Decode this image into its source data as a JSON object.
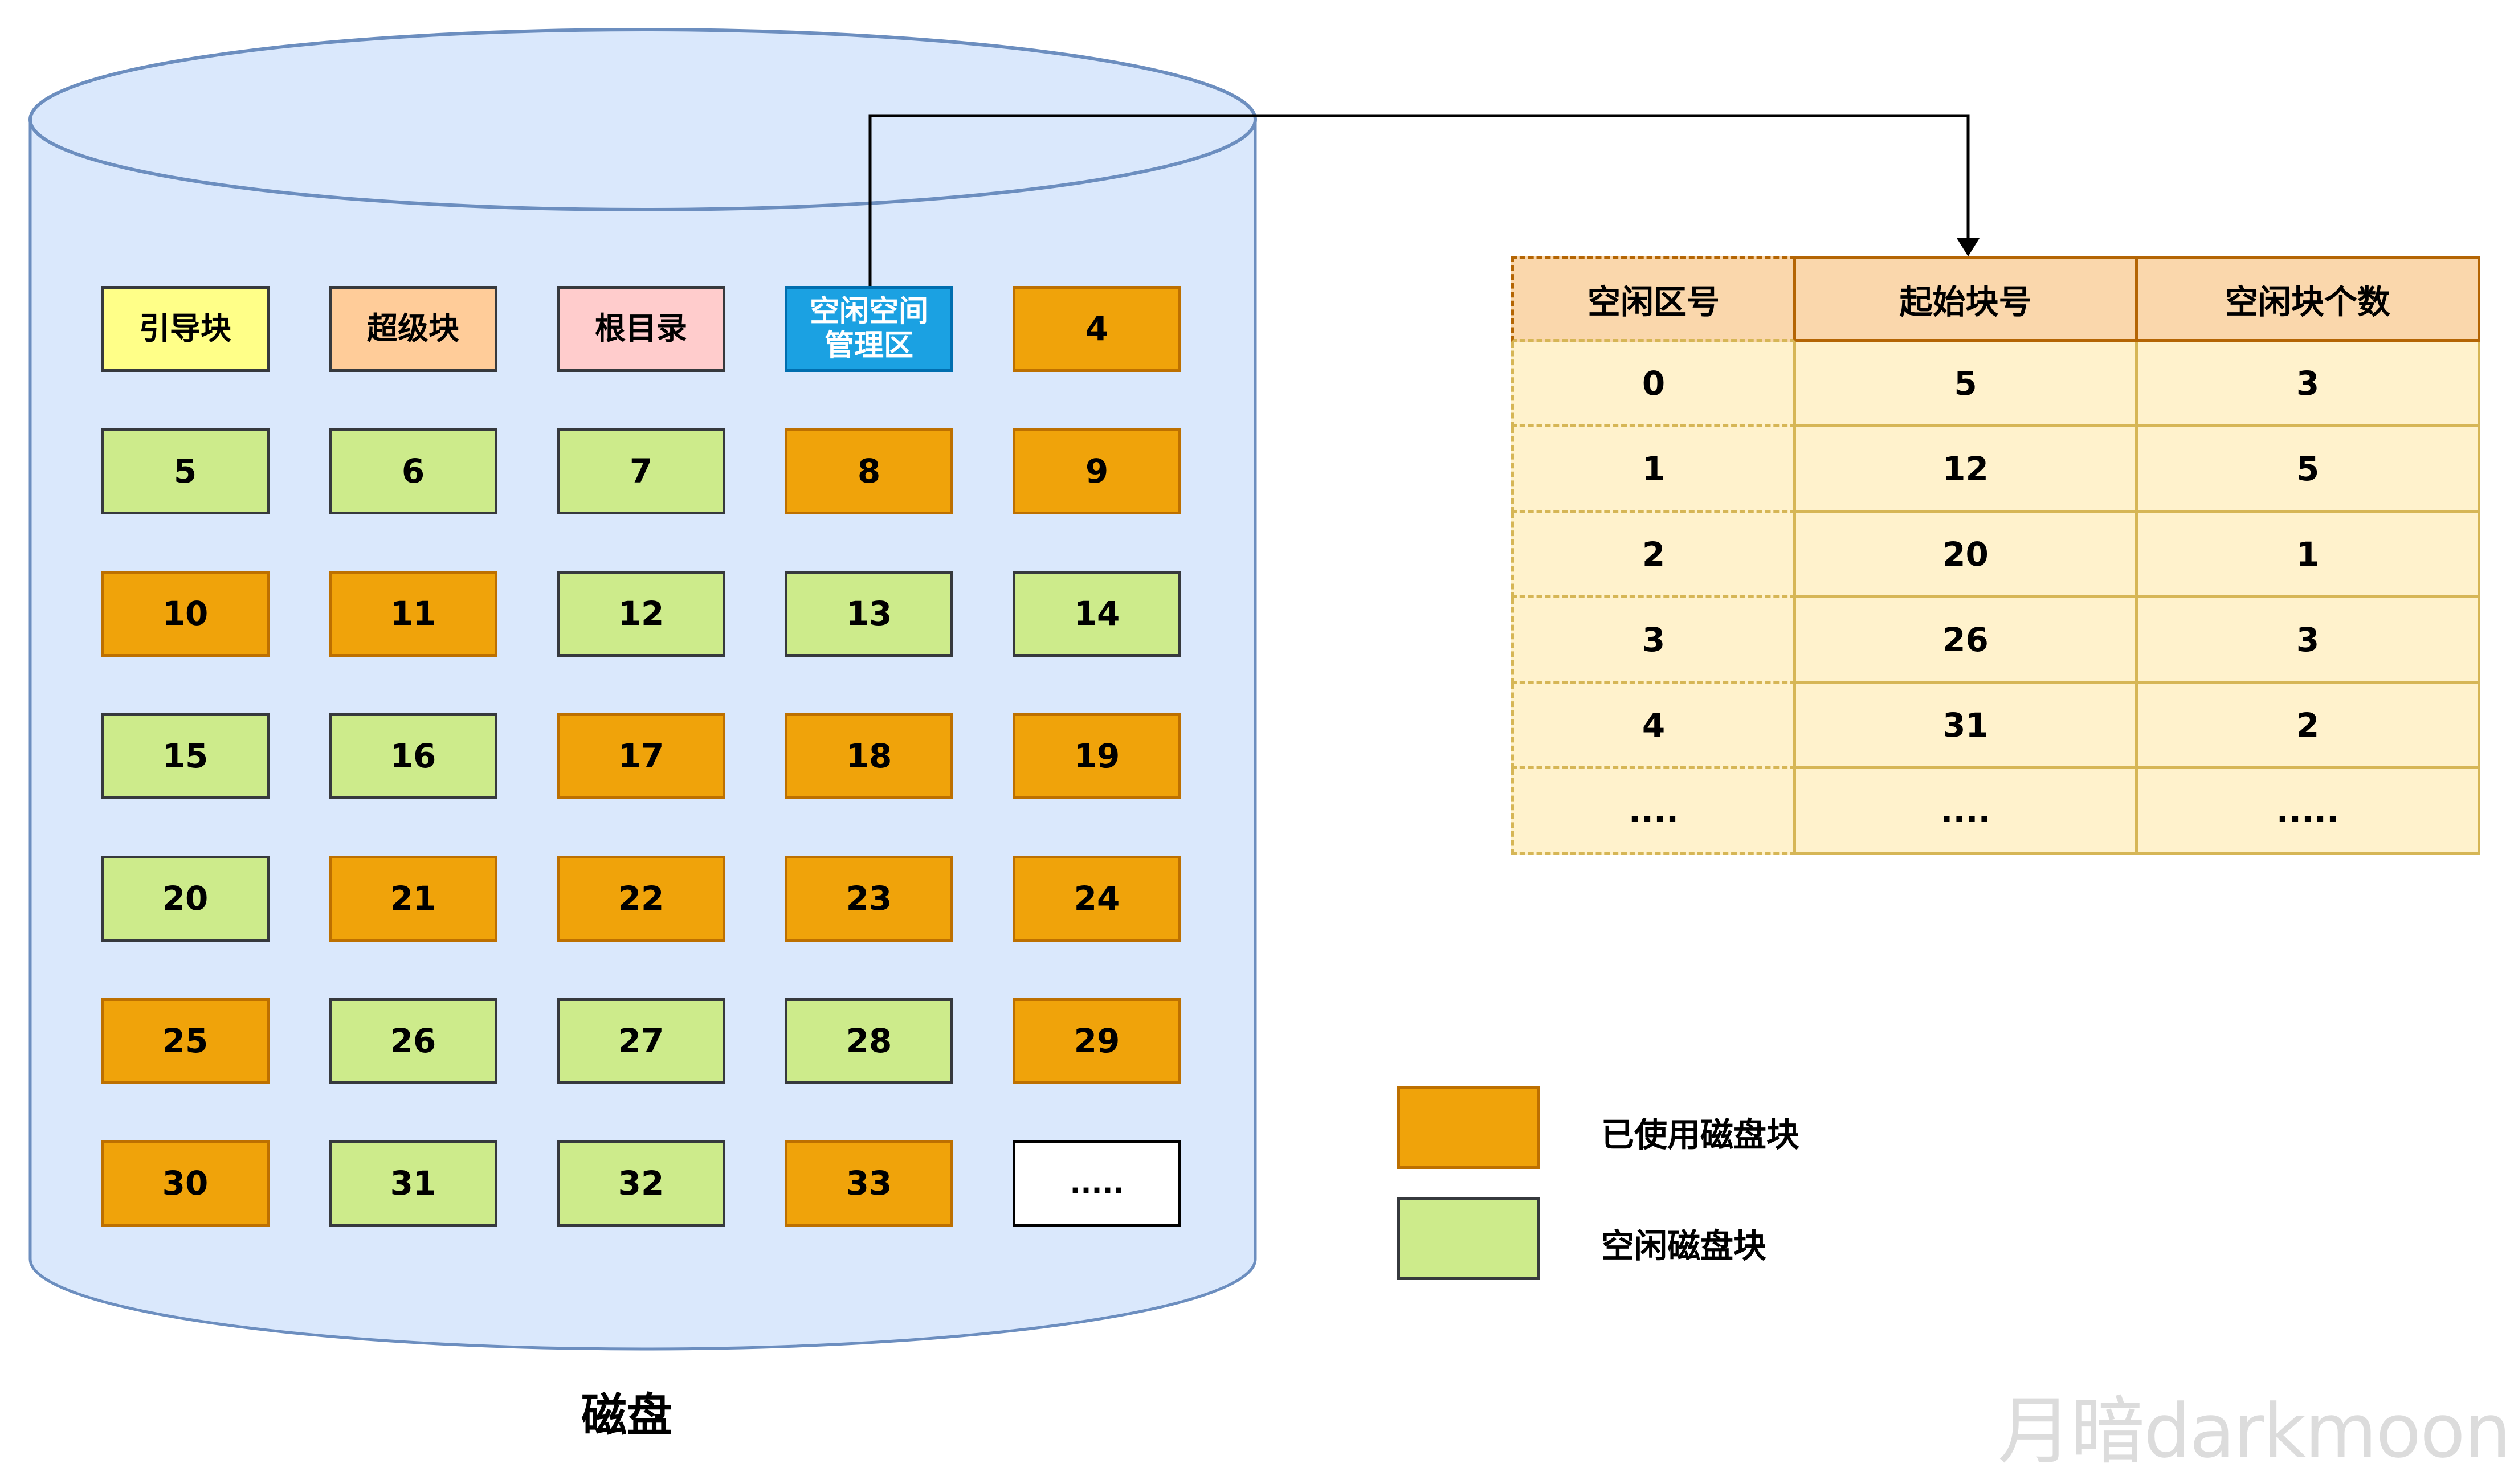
{
  "diagram": {
    "disk_label": "磁盘",
    "blocks": [
      {
        "label": "引导块",
        "kind": "boot"
      },
      {
        "label": "超级块",
        "kind": "super"
      },
      {
        "label": "根目录",
        "kind": "root"
      },
      {
        "label": "空闲空间管理区",
        "line1": "空闲空间",
        "line2": "管理区",
        "kind": "fsm"
      },
      {
        "label": "4",
        "kind": "used"
      },
      {
        "label": "5",
        "kind": "free"
      },
      {
        "label": "6",
        "kind": "free"
      },
      {
        "label": "7",
        "kind": "free"
      },
      {
        "label": "8",
        "kind": "used"
      },
      {
        "label": "9",
        "kind": "used"
      },
      {
        "label": "10",
        "kind": "used"
      },
      {
        "label": "11",
        "kind": "used"
      },
      {
        "label": "12",
        "kind": "free"
      },
      {
        "label": "13",
        "kind": "free"
      },
      {
        "label": "14",
        "kind": "free"
      },
      {
        "label": "15",
        "kind": "free"
      },
      {
        "label": "16",
        "kind": "free"
      },
      {
        "label": "17",
        "kind": "used"
      },
      {
        "label": "18",
        "kind": "used"
      },
      {
        "label": "19",
        "kind": "used"
      },
      {
        "label": "20",
        "kind": "free"
      },
      {
        "label": "21",
        "kind": "used"
      },
      {
        "label": "22",
        "kind": "used"
      },
      {
        "label": "23",
        "kind": "used"
      },
      {
        "label": "24",
        "kind": "used"
      },
      {
        "label": "25",
        "kind": "used"
      },
      {
        "label": "26",
        "kind": "free"
      },
      {
        "label": "27",
        "kind": "free"
      },
      {
        "label": "28",
        "kind": "free"
      },
      {
        "label": "29",
        "kind": "used"
      },
      {
        "label": "30",
        "kind": "used"
      },
      {
        "label": "31",
        "kind": "free"
      },
      {
        "label": "32",
        "kind": "free"
      },
      {
        "label": "33",
        "kind": "used"
      },
      {
        "label": ".....",
        "kind": "more"
      }
    ],
    "table": {
      "headers": [
        "空闲区号",
        "起始块号",
        "空闲块个数"
      ],
      "rows": [
        [
          "0",
          "5",
          "3"
        ],
        [
          "1",
          "12",
          "5"
        ],
        [
          "2",
          "20",
          "1"
        ],
        [
          "3",
          "26",
          "3"
        ],
        [
          "4",
          "31",
          "2"
        ],
        [
          "....",
          "....",
          "....."
        ]
      ]
    },
    "legend": [
      {
        "label": "已使用磁盘块",
        "color": "#f0a30a"
      },
      {
        "label": "空闲磁盘块",
        "color": "#cdeb8b"
      }
    ],
    "watermark": "月暗darkmoon",
    "colors": {
      "cylinder_fill": "#dae8fc",
      "cylinder_stroke": "#6c8ebf",
      "used": "#f0a30a",
      "free": "#cdeb8b",
      "boot": "#ffff88",
      "super": "#ffcc99",
      "root": "#ffcccc",
      "fsm": "#1ba1e2",
      "table_header": "#fad7ac",
      "table_body": "#fff2cc"
    }
  }
}
